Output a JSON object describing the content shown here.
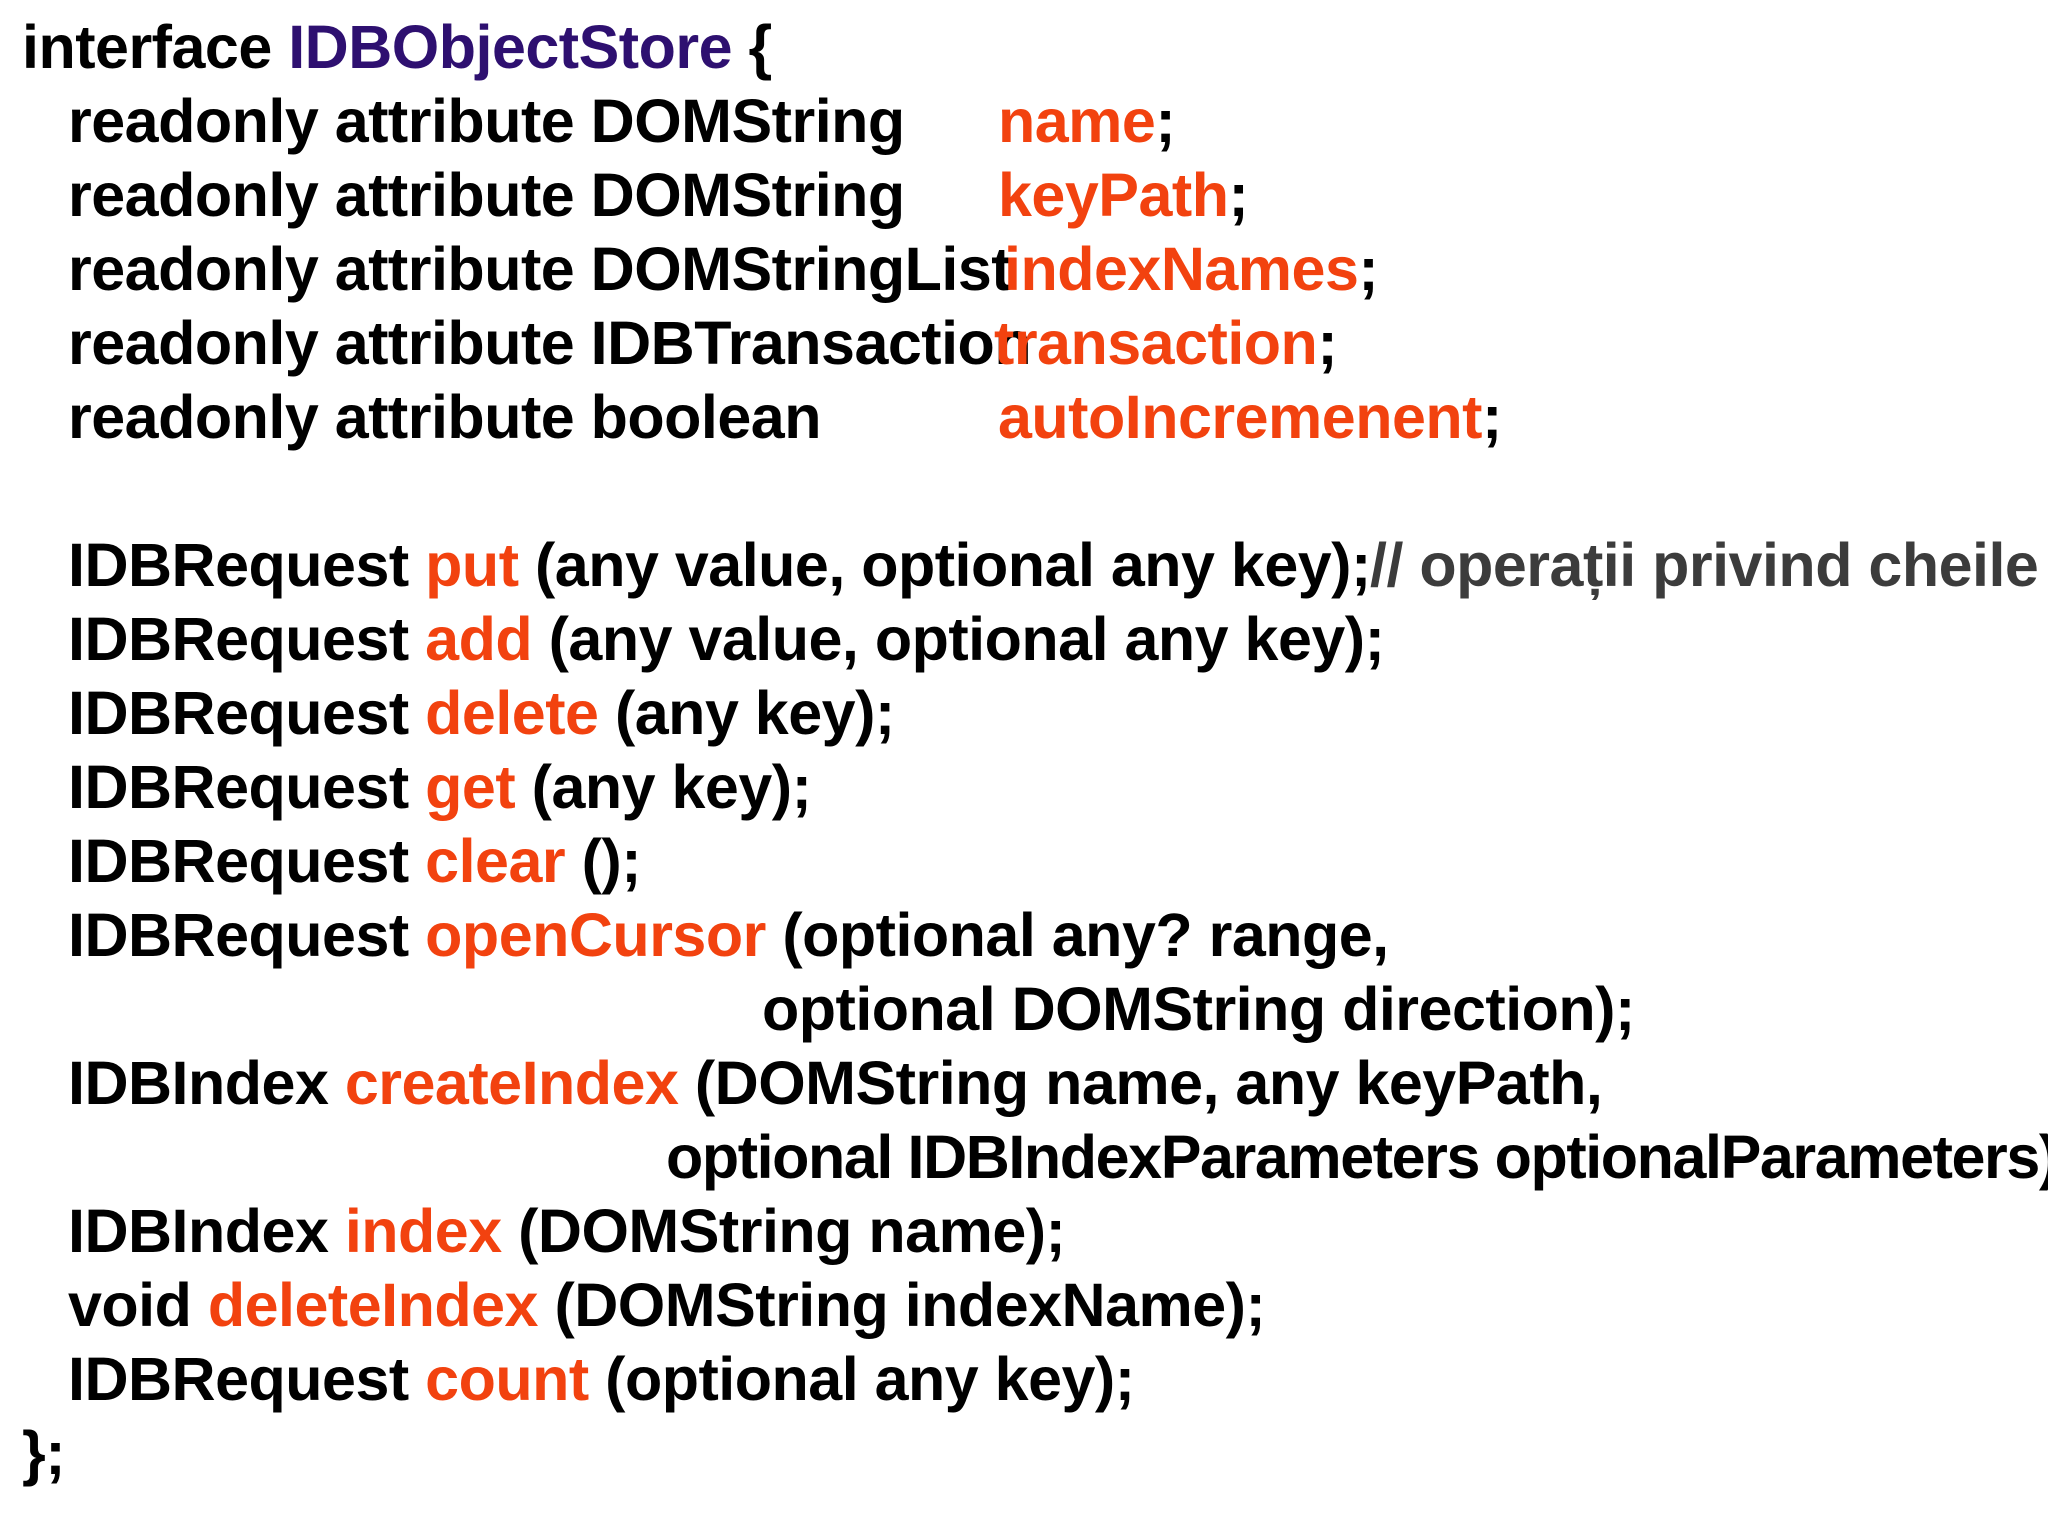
{
  "colors": {
    "text": "#000000",
    "interface_name": "#2e1070",
    "member_name": "#f2420f",
    "comment": "#3c3c3c"
  },
  "code": {
    "header": {
      "keyword": "interface",
      "name": "IDBObjectStore",
      "brace": "{"
    },
    "attributes": [
      {
        "type": "readonly attribute DOMString",
        "name": "name",
        "end": ";"
      },
      {
        "type": "readonly attribute DOMString",
        "name": "keyPath",
        "end": ";"
      },
      {
        "type": "readonly attribute DOMStringList",
        "name": "indexNames",
        "end": ";"
      },
      {
        "type": "readonly attribute IDBTransaction",
        "name": "transaction",
        "end": ";"
      },
      {
        "type": "readonly attribute boolean",
        "name": "autoIncremenent",
        "end": ";"
      }
    ],
    "methods": [
      {
        "ret": "IDBRequest",
        "name": "put",
        "args": "(any value, optional any key);",
        "comment": "// operații privind cheile"
      },
      {
        "ret": "IDBRequest",
        "name": "add",
        "args": "(any value, optional any key);"
      },
      {
        "ret": "IDBRequest",
        "name": "delete",
        "args": "(any key);"
      },
      {
        "ret": "IDBRequest",
        "name": "get",
        "args": "(any key);"
      },
      {
        "ret": "IDBRequest",
        "name": "clear",
        "args": "();"
      },
      {
        "ret": "IDBRequest",
        "name": "openCursor",
        "args": "(optional any? range,",
        "cont": "optional DOMString direction);"
      },
      {
        "ret": "IDBIndex",
        "name": "createIndex",
        "args": "(DOMString name, any keyPath,",
        "cont": "optional IDBIndexParameters optionalParameters);"
      },
      {
        "ret": "IDBIndex",
        "name": "index",
        "args": "(DOMString name);"
      },
      {
        "ret": "void",
        "name": "deleteIndex",
        "args": "(DOMString indexName);"
      },
      {
        "ret": "IDBRequest",
        "name": "count",
        "args": "(optional any key);"
      }
    ],
    "footer": "};"
  }
}
